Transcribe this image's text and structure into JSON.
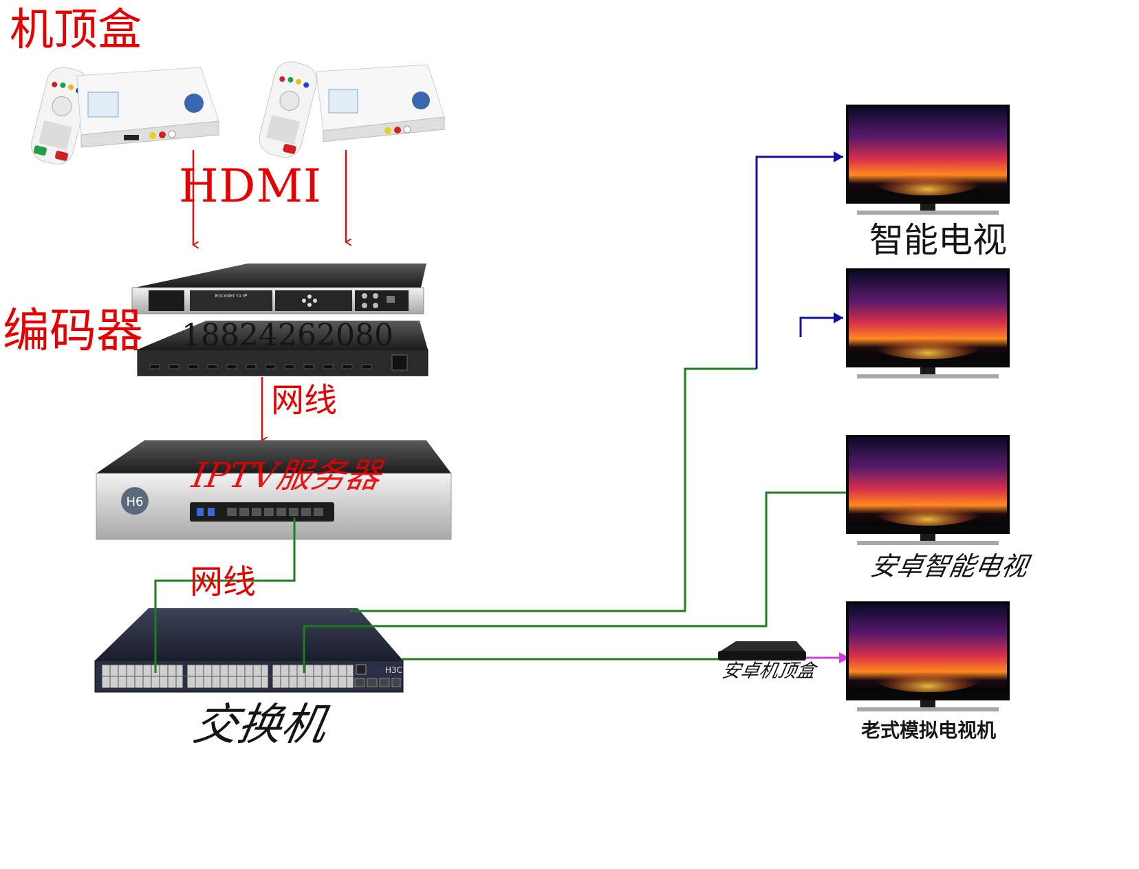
{
  "labels": {
    "set_top_box": "机顶盒",
    "hdmi": "HDMI",
    "encoder": "编码器",
    "phone": "18824262080",
    "network_cable_1": "网线",
    "iptv_server": "IPTV服务器",
    "network_cable_2": "网线",
    "switch": "交换机",
    "smart_tv": "智能电视",
    "android_smart_tv": "安卓智能电视",
    "android_set_top_box": "安卓机顶盒",
    "old_analog_tv": "老式模拟电视机"
  },
  "devices": {
    "encoder_panel_text": "Encoder to IP",
    "server_badge": "H6",
    "switch_brand": "H3C"
  },
  "colors": {
    "label_red": "#e60000",
    "arrow_red": "#d81010",
    "link_green": "#1e7d1e",
    "link_blue": "#1010a0",
    "link_magenta": "#d040d8",
    "label_dark": "#151515"
  }
}
